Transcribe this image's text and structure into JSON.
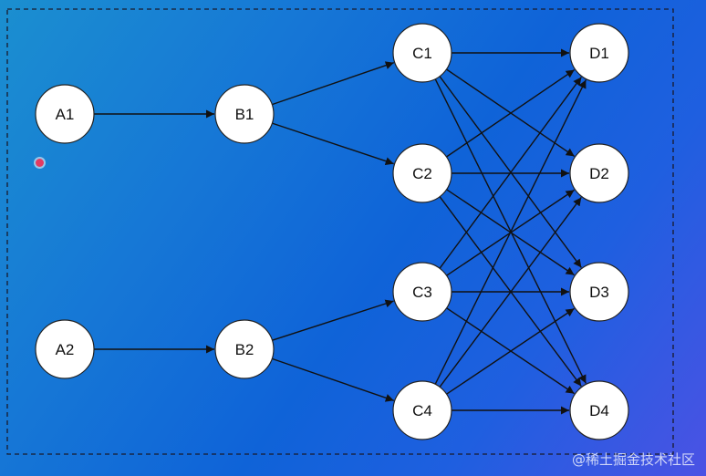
{
  "nodes": [
    {
      "id": "A1",
      "label": "A1"
    },
    {
      "id": "A2",
      "label": "A2"
    },
    {
      "id": "B1",
      "label": "B1"
    },
    {
      "id": "B2",
      "label": "B2"
    },
    {
      "id": "C1",
      "label": "C1"
    },
    {
      "id": "C2",
      "label": "C2"
    },
    {
      "id": "C3",
      "label": "C3"
    },
    {
      "id": "C4",
      "label": "C4"
    },
    {
      "id": "D1",
      "label": "D1"
    },
    {
      "id": "D2",
      "label": "D2"
    },
    {
      "id": "D3",
      "label": "D3"
    },
    {
      "id": "D4",
      "label": "D4"
    }
  ],
  "edges": [
    [
      "A1",
      "B1"
    ],
    [
      "A2",
      "B2"
    ],
    [
      "B1",
      "C1"
    ],
    [
      "B1",
      "C2"
    ],
    [
      "B2",
      "C3"
    ],
    [
      "B2",
      "C4"
    ],
    [
      "C1",
      "D1"
    ],
    [
      "C1",
      "D2"
    ],
    [
      "C1",
      "D3"
    ],
    [
      "C1",
      "D4"
    ],
    [
      "C2",
      "D1"
    ],
    [
      "C2",
      "D2"
    ],
    [
      "C2",
      "D3"
    ],
    [
      "C2",
      "D4"
    ],
    [
      "C3",
      "D1"
    ],
    [
      "C3",
      "D2"
    ],
    [
      "C3",
      "D3"
    ],
    [
      "C3",
      "D4"
    ],
    [
      "C4",
      "D1"
    ],
    [
      "C4",
      "D2"
    ],
    [
      "C4",
      "D3"
    ],
    [
      "C4",
      "D4"
    ]
  ],
  "colors": {
    "node_fill": "#ffffff",
    "node_stroke": "#222222",
    "edge": "#111111",
    "frame": "#1a1a2a"
  },
  "watermark": "@稀土掘金技术社区"
}
